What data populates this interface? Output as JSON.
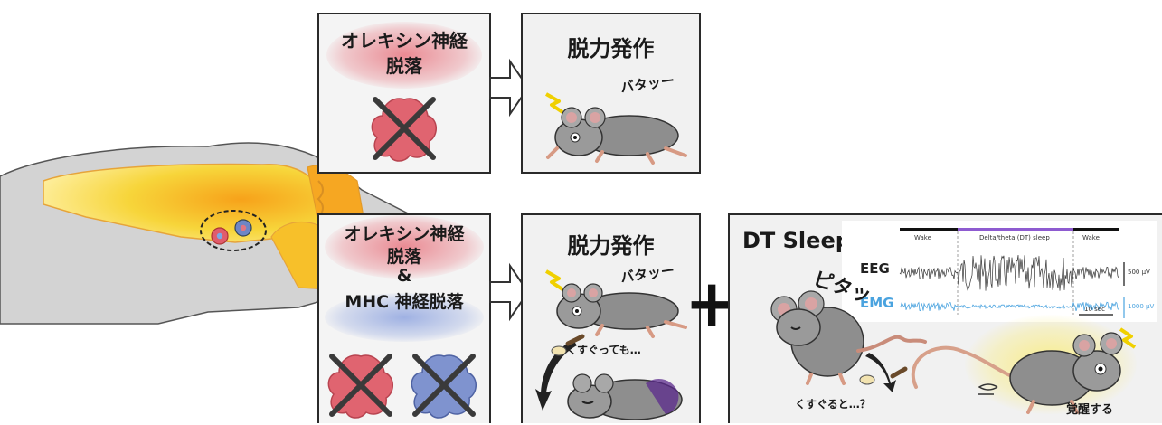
{
  "top": {
    "condition_title": "オレキシン神経\n脱落",
    "result_title": "脱力発作",
    "onomatopoeia": "バタッー"
  },
  "bottom": {
    "condition_line1": "オレキシン神経",
    "condition_line2": "脱落",
    "condition_amp": "&",
    "condition_line3": "MHC 神経脱落",
    "result_title": "脱力発作",
    "onomatopoeia": "バタッー",
    "tickle_text": "くすぐっても…",
    "plus": "+"
  },
  "dt_panel": {
    "title": "DT Sleep",
    "sound": "ピタッ",
    "tickle_text": "くすぐると…？",
    "awake_text": "覚醒する",
    "chart": {
      "phase_labels": [
        "Wake",
        "Delta/theta (DT) sleep",
        "Wake"
      ],
      "eeg_label": "EEG",
      "emg_label": "EMG",
      "eeg_scale": "500 μV",
      "emg_scale": "1000 μV",
      "time_scale": "10 sec"
    }
  },
  "colors": {
    "orexin_red": "#e05c6c",
    "mhc_blue": "#6d86c6",
    "brain_yellow": "#f5c21b",
    "emg_blue": "#4aa3df",
    "dt_purple": "#8e5bd0"
  }
}
